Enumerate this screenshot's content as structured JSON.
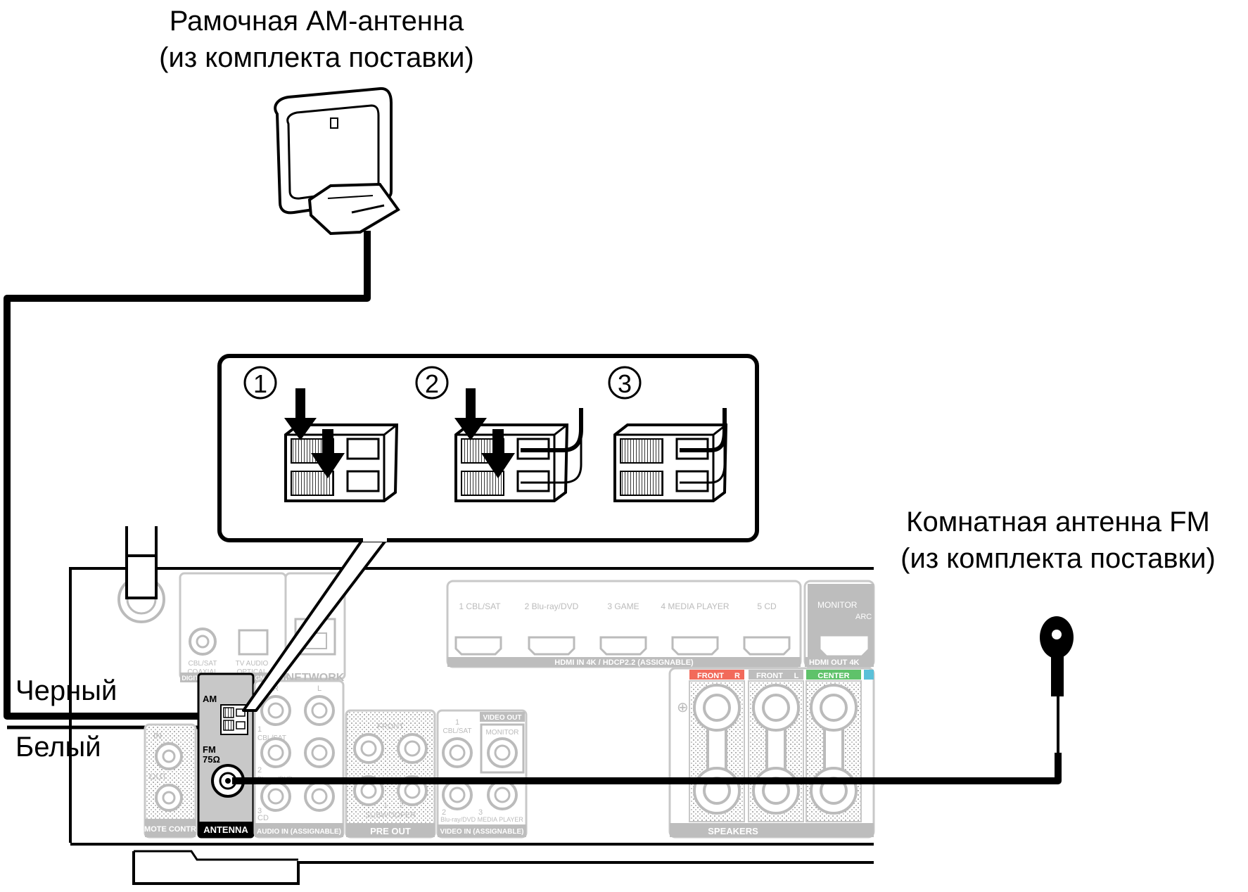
{
  "am_antenna": {
    "caption_line1": "Рамочная АМ-антенна",
    "caption_line2": "(из комплекта поставки)"
  },
  "fm_antenna": {
    "caption_line1": "Комнатная антенна FM",
    "caption_line2": "(из комплекта поставки)"
  },
  "wire_labels": {
    "black": "Черный",
    "white": "Белый"
  },
  "steps": {
    "step1": "1",
    "step2": "2",
    "step3": "3"
  },
  "panel": {
    "digital_cbl_sat": "CBL/SAT",
    "digital_coaxial": "COAXIAL",
    "digital_tv_audio": "TV AUDIO",
    "digital_optical": "OPTICAL",
    "digital_audio_in": "DIGITAL AUDIO IN (ASSIGNABLE)",
    "network": "NETWORK",
    "am": "AM",
    "fm": "FM",
    "fm_ohm": "75Ω",
    "antenna": "ANTENNA",
    "remote_in": "IN",
    "remote_out": "OUT",
    "remote_control": "REMOTE CONTROL",
    "audio_r": "R",
    "audio_l": "L",
    "audio_1": "1",
    "audio_cbl_sat": "CBL/SAT",
    "audio_2": "2",
    "audio_bluray": "Blu-ray/DVD",
    "audio_3": "3",
    "audio_cd": "CD",
    "audio_in": "AUDIO IN (ASSIGNABLE)",
    "preout_front": "FRONT",
    "preout_sub1": "1",
    "preout_sub2": "2",
    "preout_subwoofer": "SUBWOOFER",
    "pre_out": "PRE OUT",
    "video_1": "1",
    "video_cbl_sat": "CBL/SAT",
    "video_out": "VIDEO OUT",
    "video_monitor": "MONITOR",
    "video_2": "2",
    "video_3": "3",
    "video_bluray_media": "Blu-ray/DVD MEDIA PLAYER",
    "video_in": "VIDEO IN (ASSIGNABLE)",
    "hdmi_1": "1 CBL/SAT",
    "hdmi_2": "2 Blu-ray/DVD",
    "hdmi_3": "3 GAME",
    "hdmi_4": "4 MEDIA PLAYER",
    "hdmi_5": "5 CD",
    "hdmi_in": "HDMI IN 4K / HDCP2.2 (ASSIGNABLE)",
    "hdmi_monitor": "MONITOR",
    "hdmi_arc": "ARC",
    "hdmi_out": "HDMI OUT 4K",
    "spk_front_r": "FRONT",
    "spk_front_l": "FRONT",
    "spk_r": "R",
    "spk_l": "L",
    "spk_center": "CENTER",
    "spk_plus": "⊕",
    "speakers": "SPEAKERS"
  },
  "colors": {
    "front_r": "#f26a5a",
    "center": "#5fc26a",
    "fm_panel": "#c8c8c8",
    "panel_grey": "#bdbdbd"
  }
}
